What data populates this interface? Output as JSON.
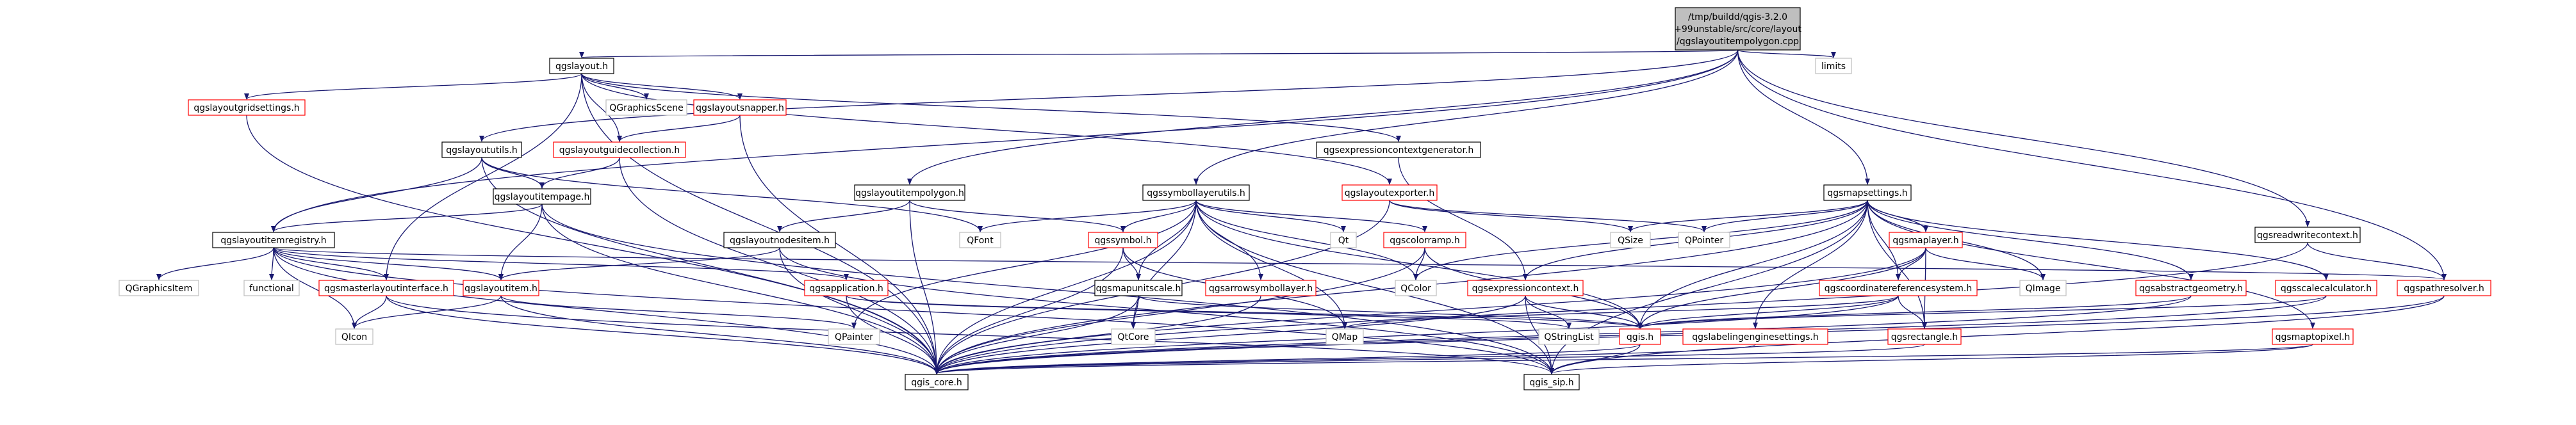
{
  "colors": {
    "edge": "#191970",
    "root_fill": "#bfbfbf",
    "root_stroke": "#000000",
    "documented_stroke": "#000000",
    "undocumented_stroke": "#ff0000",
    "external_stroke": "#bfbfbf",
    "node_fill": "#ffffff"
  },
  "nodes": [
    {
      "id": "root",
      "lines": [
        "/tmp/buildd/qgis-3.2.0",
        "+99unstable/src/core/layout",
        "/qgslayoutitempolygon.cpp"
      ],
      "kind": "root"
    },
    {
      "id": "qgslayout",
      "lines": [
        "qgslayout.h"
      ],
      "kind": "documented"
    },
    {
      "id": "limits",
      "lines": [
        "limits"
      ],
      "kind": "external"
    },
    {
      "id": "qgslayoutgridsettings",
      "lines": [
        "qgslayoutgridsettings.h"
      ],
      "kind": "undocumented"
    },
    {
      "id": "qgraphicsscene",
      "lines": [
        "QGraphicsScene"
      ],
      "kind": "external"
    },
    {
      "id": "qgslayoutsnapper",
      "lines": [
        "qgslayoutsnapper.h"
      ],
      "kind": "undocumented"
    },
    {
      "id": "qgslayoututils",
      "lines": [
        "qgslayoututils.h"
      ],
      "kind": "documented"
    },
    {
      "id": "qgslayoutguidecollection",
      "lines": [
        "qgslayoutguidecollection.h"
      ],
      "kind": "undocumented"
    },
    {
      "id": "qgsexpressioncontextgenerator",
      "lines": [
        "qgsexpressioncontextgenerator.h"
      ],
      "kind": "documented"
    },
    {
      "id": "qgslayoutitempage",
      "lines": [
        "qgslayoutitempage.h"
      ],
      "kind": "documented"
    },
    {
      "id": "qgslayoutitempolygon",
      "lines": [
        "qgslayoutitempolygon.h"
      ],
      "kind": "documented"
    },
    {
      "id": "qgssymbollayerutils",
      "lines": [
        "qgssymbollayerutils.h"
      ],
      "kind": "documented"
    },
    {
      "id": "qgslayoutexporter",
      "lines": [
        "qgslayoutexporter.h"
      ],
      "kind": "undocumented"
    },
    {
      "id": "qgsmapsettings",
      "lines": [
        "qgsmapsettings.h"
      ],
      "kind": "documented"
    },
    {
      "id": "qgsreadwritecontext",
      "lines": [
        "qgsreadwritecontext.h"
      ],
      "kind": "documented"
    },
    {
      "id": "qgslayoutitemregistry",
      "lines": [
        "qgslayoutitemregistry.h"
      ],
      "kind": "documented"
    },
    {
      "id": "qgslayoutnodesitem",
      "lines": [
        "qgslayoutnodesitem.h"
      ],
      "kind": "documented"
    },
    {
      "id": "qfont",
      "lines": [
        "QFont"
      ],
      "kind": "external"
    },
    {
      "id": "qgssymbol",
      "lines": [
        "qgssymbol.h"
      ],
      "kind": "undocumented"
    },
    {
      "id": "qt",
      "lines": [
        "Qt"
      ],
      "kind": "external"
    },
    {
      "id": "qgscolorramp",
      "lines": [
        "qgscolorramp.h"
      ],
      "kind": "undocumented"
    },
    {
      "id": "qsize",
      "lines": [
        "QSize"
      ],
      "kind": "external"
    },
    {
      "id": "qpointer",
      "lines": [
        "QPointer"
      ],
      "kind": "external"
    },
    {
      "id": "qgsmaplayer",
      "lines": [
        "qgsmaplayer.h"
      ],
      "kind": "undocumented"
    },
    {
      "id": "qgraphicsitem",
      "lines": [
        "QGraphicsItem"
      ],
      "kind": "external"
    },
    {
      "id": "functional",
      "lines": [
        "functional"
      ],
      "kind": "external"
    },
    {
      "id": "qgsmasterlayoutinterface",
      "lines": [
        "qgsmasterlayoutinterface.h"
      ],
      "kind": "undocumented"
    },
    {
      "id": "qgslayoutitem",
      "lines": [
        "qgslayoutitem.h"
      ],
      "kind": "undocumented"
    },
    {
      "id": "qgsapplication",
      "lines": [
        "qgsapplication.h"
      ],
      "kind": "undocumented"
    },
    {
      "id": "qgsmapunitscale",
      "lines": [
        "qgsmapunitscale.h"
      ],
      "kind": "documented"
    },
    {
      "id": "qgsarrowsymbollayer",
      "lines": [
        "qgsarrowsymbollayer.h"
      ],
      "kind": "undocumented"
    },
    {
      "id": "qcolor",
      "lines": [
        "QColor"
      ],
      "kind": "external"
    },
    {
      "id": "qgsexpressioncontext",
      "lines": [
        "qgsexpressioncontext.h"
      ],
      "kind": "undocumented"
    },
    {
      "id": "qgscoordinatereferencesystem",
      "lines": [
        "qgscoordinatereferencesystem.h"
      ],
      "kind": "undocumented"
    },
    {
      "id": "qimage",
      "lines": [
        "QImage"
      ],
      "kind": "external"
    },
    {
      "id": "qgsabstractgeometry",
      "lines": [
        "qgsabstractgeometry.h"
      ],
      "kind": "undocumented"
    },
    {
      "id": "qgsscalecalculator",
      "lines": [
        "qgsscalecalculator.h"
      ],
      "kind": "undocumented"
    },
    {
      "id": "qgspathresolver",
      "lines": [
        "qgspathresolver.h"
      ],
      "kind": "undocumented"
    },
    {
      "id": "qicon",
      "lines": [
        "QIcon"
      ],
      "kind": "external"
    },
    {
      "id": "qpainter",
      "lines": [
        "QPainter"
      ],
      "kind": "external"
    },
    {
      "id": "qtcore",
      "lines": [
        "QtCore"
      ],
      "kind": "external"
    },
    {
      "id": "qmap",
      "lines": [
        "QMap"
      ],
      "kind": "external"
    },
    {
      "id": "qstringlist",
      "lines": [
        "QStringList"
      ],
      "kind": "external"
    },
    {
      "id": "qgis",
      "lines": [
        "qgis.h"
      ],
      "kind": "undocumented"
    },
    {
      "id": "qgslabelingenginesettings",
      "lines": [
        "qgslabelingenginesettings.h"
      ],
      "kind": "undocumented"
    },
    {
      "id": "qgsrectangle",
      "lines": [
        "qgsrectangle.h"
      ],
      "kind": "undocumented"
    },
    {
      "id": "qgsmaptopixel",
      "lines": [
        "qgsmaptopixel.h"
      ],
      "kind": "undocumented"
    },
    {
      "id": "qgis_core",
      "lines": [
        "qgis_core.h"
      ],
      "kind": "documented"
    },
    {
      "id": "qgis_sip",
      "lines": [
        "qgis_sip.h"
      ],
      "kind": "documented"
    }
  ],
  "edges": [
    [
      "root",
      "qgslayout"
    ],
    [
      "root",
      "limits"
    ],
    [
      "root",
      "qgslayoututils"
    ],
    [
      "root",
      "qgslayoutitempolygon"
    ],
    [
      "root",
      "qgssymbollayerutils"
    ],
    [
      "root",
      "qgsmapsettings"
    ],
    [
      "root",
      "qgsreadwritecontext"
    ],
    [
      "root",
      "qgslayoutitemregistry"
    ],
    [
      "root",
      "qgspathresolver"
    ],
    [
      "qgslayout",
      "qgslayoutgridsettings"
    ],
    [
      "qgslayout",
      "qgraphicsscene"
    ],
    [
      "qgslayout",
      "qgslayoutsnapper"
    ],
    [
      "qgslayout",
      "qgslayoutguidecollection"
    ],
    [
      "qgslayout",
      "qgsexpressioncontextgenerator"
    ],
    [
      "qgslayout",
      "qgslayoutexporter"
    ],
    [
      "qgslayout",
      "qgsmasterlayoutinterface"
    ],
    [
      "qgslayout",
      "qgis_core"
    ],
    [
      "qgslayoutgridsettings",
      "qgis_core"
    ],
    [
      "qgslayoutsnapper",
      "qgslayoutguidecollection"
    ],
    [
      "qgslayoutsnapper",
      "qgis_core"
    ],
    [
      "qgslayoutguidecollection",
      "qgslayoutitempage"
    ],
    [
      "qgslayoutguidecollection",
      "qgis_core"
    ],
    [
      "qgslayoututils",
      "qgslayoutitempage"
    ],
    [
      "qgslayoututils",
      "qfont"
    ],
    [
      "qgslayoututils",
      "qgis_core"
    ],
    [
      "qgslayoututils",
      "qgslayoutitemregistry"
    ],
    [
      "qgslayoutitempage",
      "qgslayoutitemregistry"
    ],
    [
      "qgslayoutitempage",
      "qgslayoutitem"
    ],
    [
      "qgslayoutitempage",
      "qgis_core"
    ],
    [
      "qgslayoutitempage",
      "qgis_sip"
    ],
    [
      "qgsexpressioncontextgenerator",
      "qgsexpressioncontext"
    ],
    [
      "qgslayoutitempolygon",
      "qgslayoutnodesitem"
    ],
    [
      "qgslayoutitempolygon",
      "qgssymbol"
    ],
    [
      "qgslayoutitempolygon",
      "qgis_core"
    ],
    [
      "qgslayoutnodesitem",
      "qgslayoutitem"
    ],
    [
      "qgslayoutnodesitem",
      "qgis_core"
    ],
    [
      "qgslayoutnodesitem",
      "qgis_sip"
    ],
    [
      "qgssymbollayerutils",
      "qfont"
    ],
    [
      "qgssymbollayerutils",
      "qgssymbol"
    ],
    [
      "qgssymbollayerutils",
      "qt"
    ],
    [
      "qgssymbollayerutils",
      "qgscolorramp"
    ],
    [
      "qgssymbollayerutils",
      "qcolor"
    ],
    [
      "qgssymbollayerutils",
      "qgsmapunitscale"
    ],
    [
      "qgssymbollayerutils",
      "qgsarrowsymbollayer"
    ],
    [
      "qgssymbollayerutils",
      "qpainter"
    ],
    [
      "qgssymbollayerutils",
      "qtcore"
    ],
    [
      "qgssymbollayerutils",
      "qmap"
    ],
    [
      "qgssymbollayerutils",
      "qgis"
    ],
    [
      "qgssymbollayerutils",
      "qgis_core"
    ],
    [
      "qgssymbollayerutils",
      "qgis_sip"
    ],
    [
      "qgslayoutexporter",
      "qsize"
    ],
    [
      "qgslayoutexporter",
      "qpointer"
    ],
    [
      "qgslayoutexporter",
      "qgis_core"
    ],
    [
      "qgsmapsettings",
      "qsize"
    ],
    [
      "qgsmapsettings",
      "qpointer"
    ],
    [
      "qgsmapsettings",
      "qgsmaplayer"
    ],
    [
      "qgsmapsettings",
      "qcolor"
    ],
    [
      "qgsmapsettings",
      "qimage"
    ],
    [
      "qgsmapsettings",
      "qgsabstractgeometry"
    ],
    [
      "qgsmapsettings",
      "qgsscalecalculator"
    ],
    [
      "qgsmapsettings",
      "qgsexpressioncontext"
    ],
    [
      "qgsmapsettings",
      "qgscoordinatereferencesystem"
    ],
    [
      "qgsmapsettings",
      "qgslabelingenginesettings"
    ],
    [
      "qgsmapsettings",
      "qgsrectangle"
    ],
    [
      "qgsmapsettings",
      "qgsmaptopixel"
    ],
    [
      "qgsmapsettings",
      "qgis_core"
    ],
    [
      "qgsmapsettings",
      "qgis_sip"
    ],
    [
      "qgsmapsettings",
      "qgis"
    ],
    [
      "qgsreadwritecontext",
      "qgspathresolver"
    ],
    [
      "qgsreadwritecontext",
      "qgis_core"
    ],
    [
      "qgslayoutitemregistry",
      "qgraphicsitem"
    ],
    [
      "qgslayoutitemregistry",
      "functional"
    ],
    [
      "qgslayoutitemregistry",
      "qgsmasterlayoutinterface"
    ],
    [
      "qgslayoutitemregistry",
      "qgslayoutitem"
    ],
    [
      "qgslayoutitemregistry",
      "qgsapplication"
    ],
    [
      "qgslayoutitemregistry",
      "qicon"
    ],
    [
      "qgslayoutitemregistry",
      "qgspathresolver"
    ],
    [
      "qgslayoutitemregistry",
      "qgis_core"
    ],
    [
      "qgslayoutitemregistry",
      "qgis_sip"
    ],
    [
      "qgsmasterlayoutinterface",
      "qicon"
    ],
    [
      "qgsmasterlayoutinterface",
      "qgis_core"
    ],
    [
      "qgsmasterlayoutinterface",
      "qgis_sip"
    ],
    [
      "qgslayoutitem",
      "qicon"
    ],
    [
      "qgslayoutitem",
      "qpainter"
    ],
    [
      "qgslayoutitem",
      "qgis_core"
    ],
    [
      "qgsapplication",
      "qstringlist"
    ],
    [
      "qgsapplication",
      "qgis"
    ],
    [
      "qgsapplication",
      "qgis_core"
    ],
    [
      "qgssymbol",
      "qgsmapunitscale"
    ],
    [
      "qgssymbol",
      "qmap"
    ],
    [
      "qgssymbol",
      "qgis_core"
    ],
    [
      "qgsmapunitscale",
      "qtcore"
    ],
    [
      "qgsmapunitscale",
      "qgis"
    ],
    [
      "qgsmapunitscale",
      "qgis_core"
    ],
    [
      "qgsarrowsymbollayer",
      "qgis_core"
    ],
    [
      "qgscolorramp",
      "qcolor"
    ],
    [
      "qgscolorramp",
      "qgis"
    ],
    [
      "qgscolorramp",
      "qgis_core"
    ],
    [
      "qgsexpressioncontext",
      "qstringlist"
    ],
    [
      "qgsexpressioncontext",
      "qgis"
    ],
    [
      "qgsexpressioncontext",
      "qgis_core"
    ],
    [
      "qgsexpressioncontext",
      "qgis_sip"
    ],
    [
      "qgsmaplayer",
      "qgscoordinatereferencesystem"
    ],
    [
      "qgsmaplayer",
      "qimage"
    ],
    [
      "qgsmaplayer",
      "qgsrectangle"
    ],
    [
      "qgsmaplayer",
      "qgis"
    ],
    [
      "qgsmaplayer",
      "qgis_core"
    ],
    [
      "qgscoordinatereferencesystem",
      "qgis"
    ],
    [
      "qgscoordinatereferencesystem",
      "qgsrectangle"
    ],
    [
      "qgscoordinatereferencesystem",
      "qgis_core"
    ],
    [
      "qgscoordinatereferencesystem",
      "qmap"
    ],
    [
      "qgsabstractgeometry",
      "qgis"
    ],
    [
      "qgsabstractgeometry",
      "qgis_core"
    ],
    [
      "qgsscalecalculator",
      "qgis"
    ],
    [
      "qgsscalecalculator",
      "qgis_core"
    ],
    [
      "qgspathresolver",
      "qgis_core"
    ],
    [
      "qgspathresolver",
      "qgis_sip"
    ],
    [
      "qgis",
      "qgis_core"
    ],
    [
      "qgis",
      "qgis_sip"
    ],
    [
      "qgslabelingenginesettings",
      "qgis_core"
    ],
    [
      "qgsrectangle",
      "qgis_core"
    ],
    [
      "qgsmaptopixel",
      "qgis_core"
    ],
    [
      "qgsmaptopixel",
      "qgis_sip"
    ]
  ]
}
